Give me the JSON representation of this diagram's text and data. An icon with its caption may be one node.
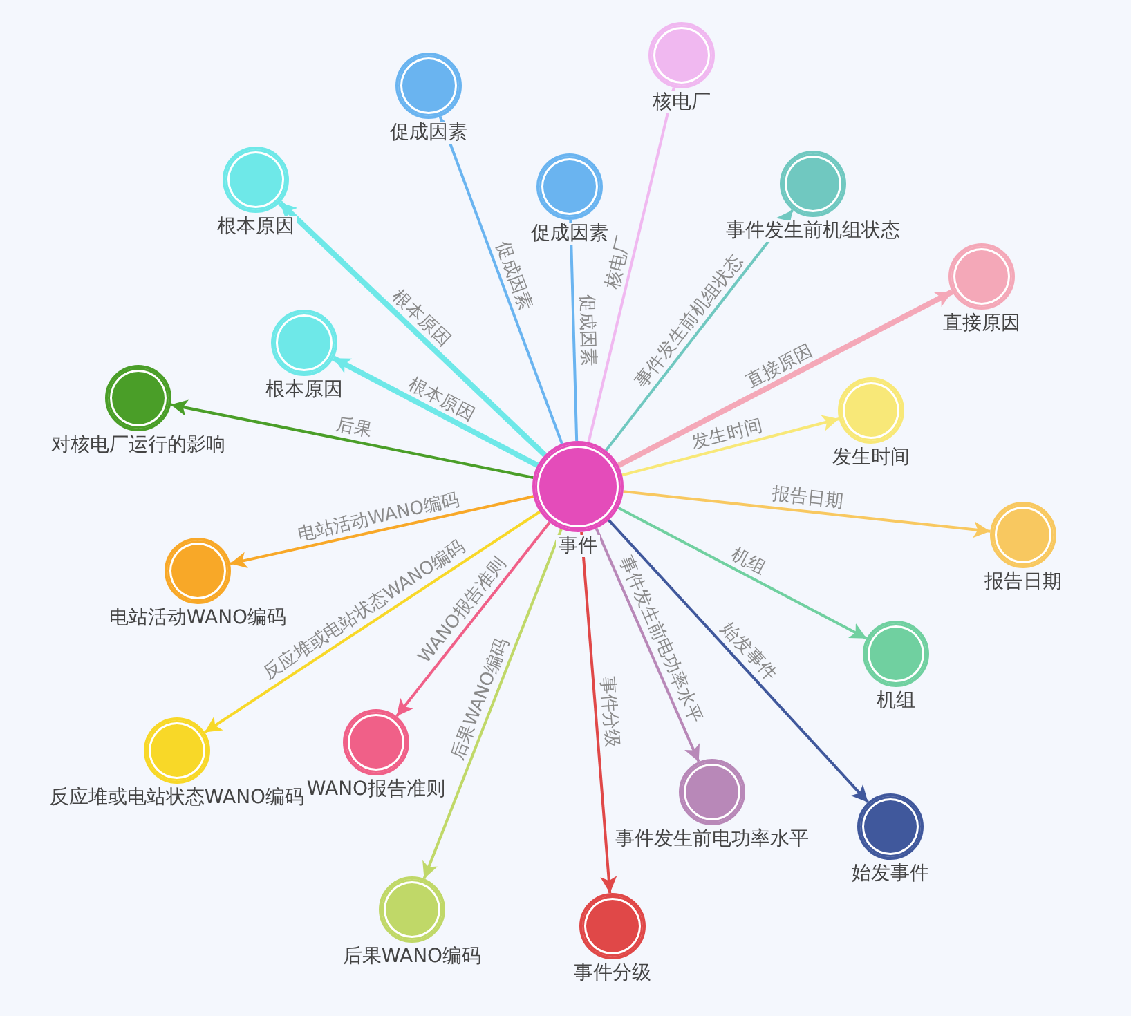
{
  "diagram": {
    "nodes": [
      {
        "text": [
          "事件"
        ]
      },
      {
        "text": [
          "核电厂"
        ]
      },
      {
        "text": [
          "促成因素"
        ]
      },
      {
        "text": [
          "促成因素"
        ]
      },
      {
        "text": [
          "根本原因"
        ]
      },
      {
        "text": [
          "根本原因"
        ]
      },
      {
        "text": [
          "事件发生前机组状态"
        ]
      },
      {
        "text": [
          "直接原因"
        ]
      },
      {
        "text": [
          "发生时间"
        ]
      },
      {
        "text": [
          "对核电厂运行的影响"
        ]
      },
      {
        "text": [
          "报告日期"
        ]
      },
      {
        "text": [
          "电站活动WANO编码"
        ]
      },
      {
        "text": [
          "机组"
        ]
      },
      {
        "text": [
          "始发事件"
        ]
      },
      {
        "text": [
          "反应堆或电站状态WANO编码"
        ]
      },
      {
        "text": [
          "WANO报告准则"
        ]
      },
      {
        "text": [
          "事件发生前电功率水平"
        ]
      },
      {
        "text": [
          "后果WANO编码"
        ]
      },
      {
        "text": [
          "事件分级"
        ]
      }
    ],
    "edges": [
      {
        "from": 0,
        "to": 1,
        "arrow": "to",
        "label": "核电厂",
        "color": "#f0b8f0"
      },
      {
        "from": 0,
        "to": 2,
        "arrow": "to",
        "label": "促成因素",
        "color": "#6ab4f0"
      },
      {
        "from": 0,
        "to": 3,
        "arrow": "to",
        "label": "促成因素",
        "color": "#6ab4f0"
      },
      {
        "from": 0,
        "to": 4,
        "arrow": "to",
        "label": "根本原因",
        "color": "#6ee8e8",
        "style": "thick"
      },
      {
        "from": 0,
        "to": 5,
        "arrow": "to",
        "label": "根本原因",
        "color": "#6ee8e8",
        "style": "thick"
      },
      {
        "from": 0,
        "to": 6,
        "arrow": "to",
        "label": "事件发生前机组状态",
        "color": "#70c8c0"
      },
      {
        "from": 0,
        "to": 7,
        "arrow": "to",
        "label": "直接原因",
        "color": "#f4a8b8",
        "style": "thick"
      },
      {
        "from": 0,
        "to": 8,
        "arrow": "to",
        "label": "发生时间",
        "color": "#f8e878"
      },
      {
        "from": 0,
        "to": 9,
        "arrow": "to",
        "label": "后果",
        "color": "#4a9e28"
      },
      {
        "from": 0,
        "to": 10,
        "arrow": "to",
        "label": "报告日期",
        "color": "#f8c860"
      },
      {
        "from": 0,
        "to": 11,
        "arrow": "to",
        "label": "电站活动WANO编码",
        "color": "#f8a828"
      },
      {
        "from": 0,
        "to": 12,
        "arrow": "to",
        "label": "机组",
        "color": "#70d0a0"
      },
      {
        "from": 0,
        "to": 13,
        "arrow": "to",
        "label": "始发事件",
        "color": "#40589c"
      },
      {
        "from": 0,
        "to": 14,
        "arrow": "to",
        "label": "反应堆或电站状态WANO编码",
        "color": "#f8d828"
      },
      {
        "from": 0,
        "to": 15,
        "arrow": "to",
        "label": "WANO报告准则",
        "color": "#f06088"
      },
      {
        "from": 0,
        "to": 16,
        "arrow": "to",
        "label": "事件发生前电功率水平",
        "color": "#b888b8"
      },
      {
        "from": 0,
        "to": 17,
        "arrow": "to",
        "label": "后果WANO编码",
        "color": "#c0d868"
      },
      {
        "from": 0,
        "to": 18,
        "arrow": "to",
        "label": "事件分级",
        "color": "#e04848"
      }
    ]
  }
}
